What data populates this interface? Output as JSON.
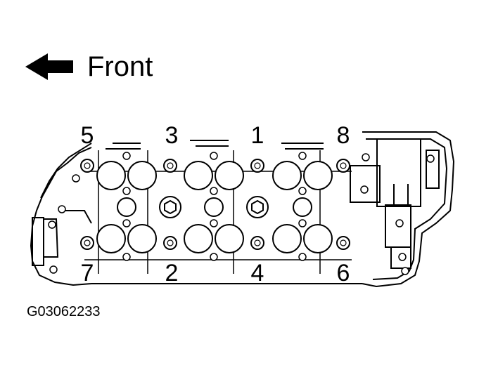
{
  "direction": {
    "label": "Front",
    "arrow_icon": "left-arrow-icon"
  },
  "bolt_labels": [
    {
      "id": "bolt-1",
      "text": "1"
    },
    {
      "id": "bolt-2",
      "text": "2"
    },
    {
      "id": "bolt-3",
      "text": "3"
    },
    {
      "id": "bolt-4",
      "text": "4"
    },
    {
      "id": "bolt-5",
      "text": "5"
    },
    {
      "id": "bolt-6",
      "text": "6"
    },
    {
      "id": "bolt-7",
      "text": "7"
    },
    {
      "id": "bolt-8",
      "text": "8"
    }
  ],
  "figure_code": "G03062233",
  "colors": {
    "line": "#000000",
    "background": "#ffffff"
  }
}
